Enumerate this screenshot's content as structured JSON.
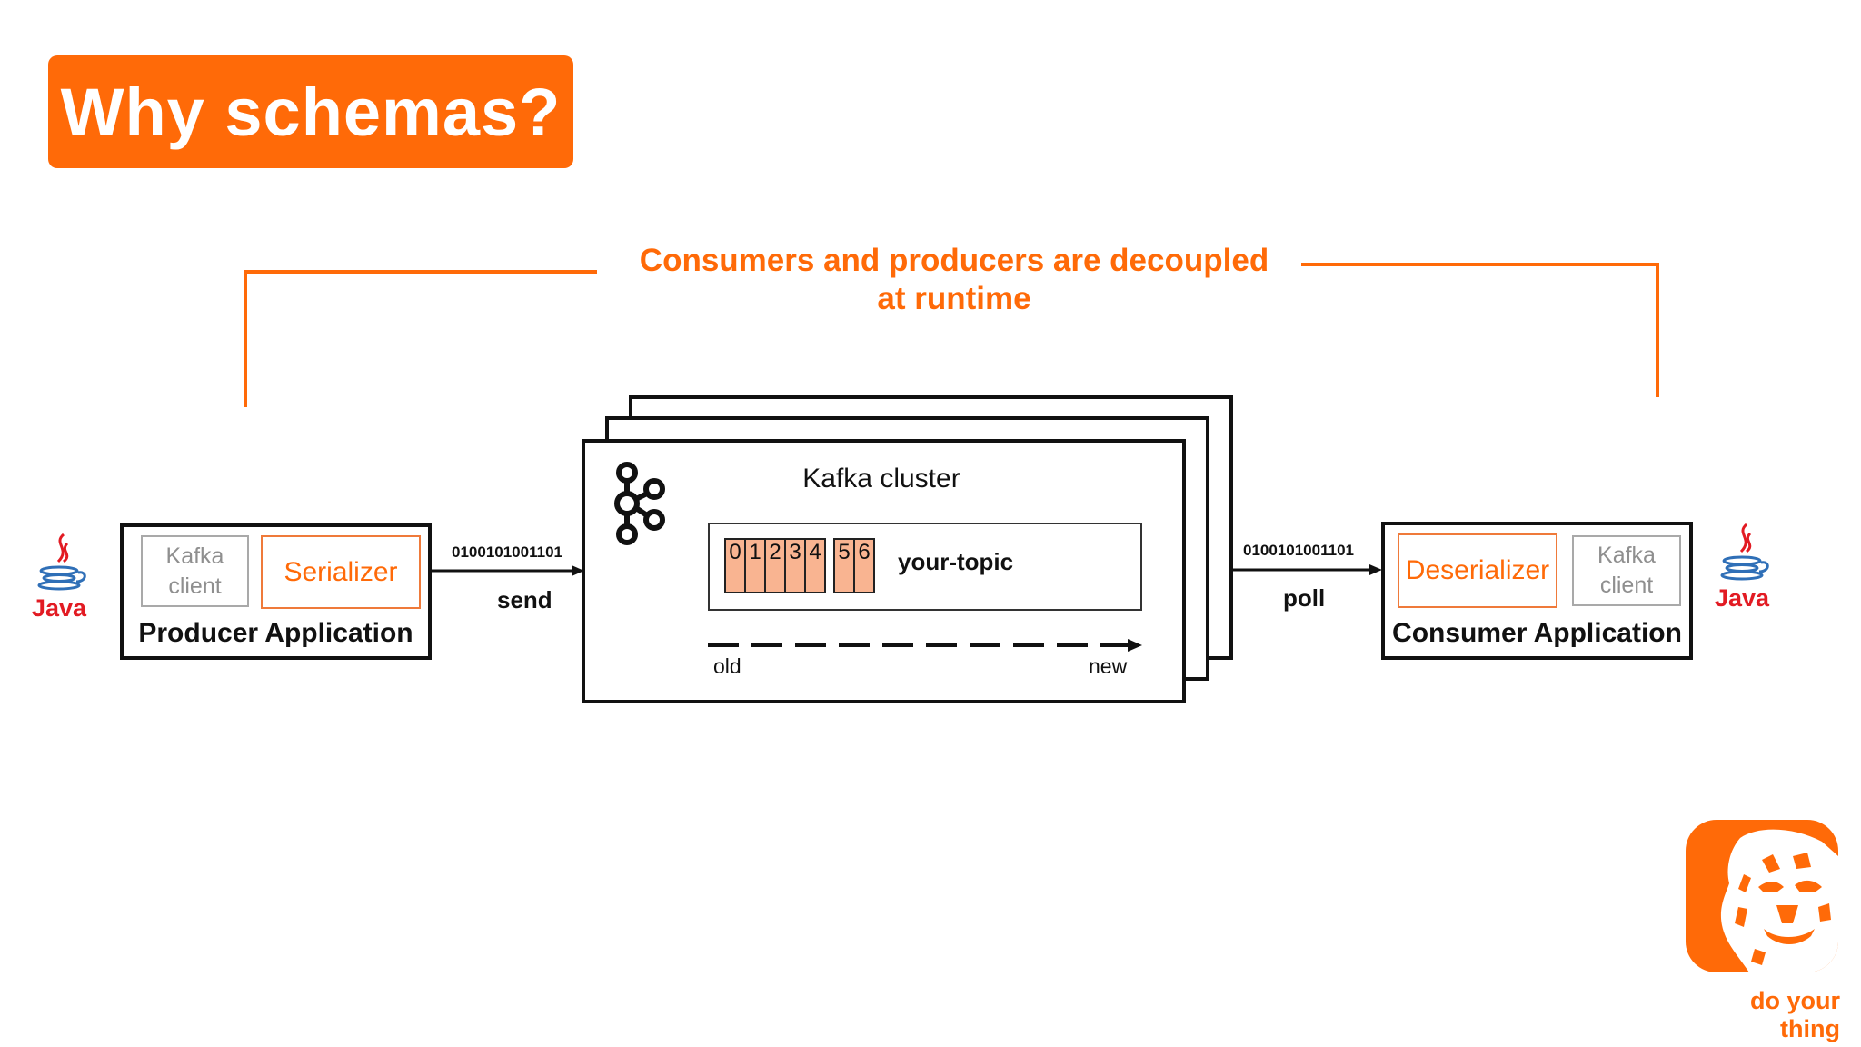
{
  "title": "Why schemas?",
  "subtitle": {
    "line1": "Consumers and producers are decoupled",
    "line2": "at runtime"
  },
  "producer": {
    "client_line1": "Kafka",
    "client_line2": "client",
    "serializer": "Serializer",
    "label": "Producer Application"
  },
  "consumer": {
    "deserializer": "Deserializer",
    "client_line1": "Kafka",
    "client_line2": "client",
    "label": "Consumer Application"
  },
  "send": {
    "bits": "0100101001101",
    "verb": "send"
  },
  "poll": {
    "bits": "0100101001101",
    "verb": "poll"
  },
  "kafka": {
    "title": "Kafka cluster",
    "topic": "your-topic",
    "partitions": [
      "0",
      "1",
      "2",
      "3",
      "4",
      "5",
      "6"
    ],
    "old": "old",
    "new": "new"
  },
  "java_logo": "Java",
  "brand": {
    "tagline": "do your thing"
  },
  "colors": {
    "accent": "#ff6a08",
    "partition_fill": "#f9b491",
    "java_red": "#e21b23"
  }
}
